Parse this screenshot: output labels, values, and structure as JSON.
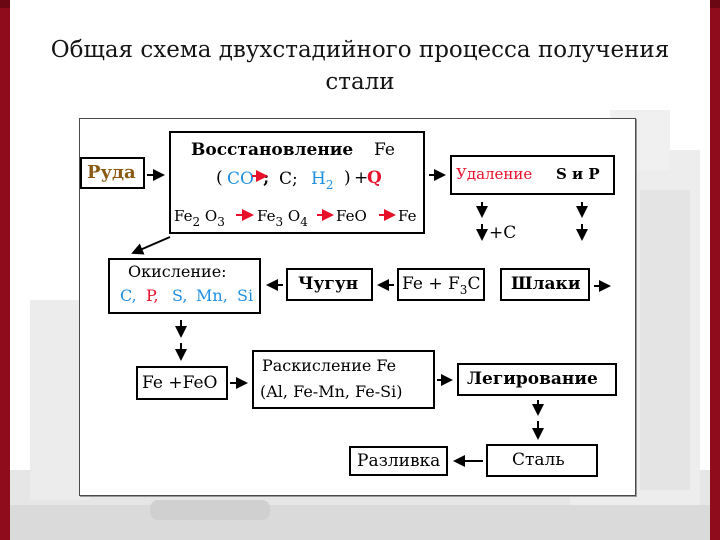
{
  "slide": {
    "title_line1": "Общая схема двухстадийного процесса получения",
    "title_line2": "стали"
  },
  "diagram": {
    "ore": "Руда",
    "reduction": {
      "title": "Восстановление",
      "fe": "Fe",
      "paren_open": "(",
      "co": "CO",
      "sep1": ";",
      "c": "C;",
      "h": "H",
      "h_sub": "2",
      "paren_close": ")",
      "plus": "+",
      "q": "Q"
    },
    "chain": {
      "fe2": "Fe",
      "fe2_sub": "2",
      "o3": "O",
      "o3_sub": "3",
      "fe3": "Fe",
      "fe3_sub": "3",
      "o4": "O",
      "o4_sub": "4",
      "feo": "FeO",
      "fe": "Fe"
    },
    "removal": {
      "label": "Удаление",
      "sp": "S и P"
    },
    "plus_c": "+C",
    "oxidation": {
      "title": "Окисление:",
      "c": "C,",
      "p": "P,",
      "s": "S,",
      "mn": "Mn,",
      "si": "Si"
    },
    "cast_iron": "Чугун",
    "fe3c": {
      "fe": "Fe",
      "plus": "+",
      "f": "F",
      "sub": "3",
      "c": "C"
    },
    "slag": "Шлаки",
    "fe_feo": {
      "fe": "Fe",
      "plus": "+",
      "feo": "FeO"
    },
    "deox": {
      "title": "Раскисление Fe",
      "items": "(Al, Fe-Mn, Fe-Si)"
    },
    "alloying": "Легирование",
    "pouring": "Разливка",
    "steel": "Сталь"
  }
}
